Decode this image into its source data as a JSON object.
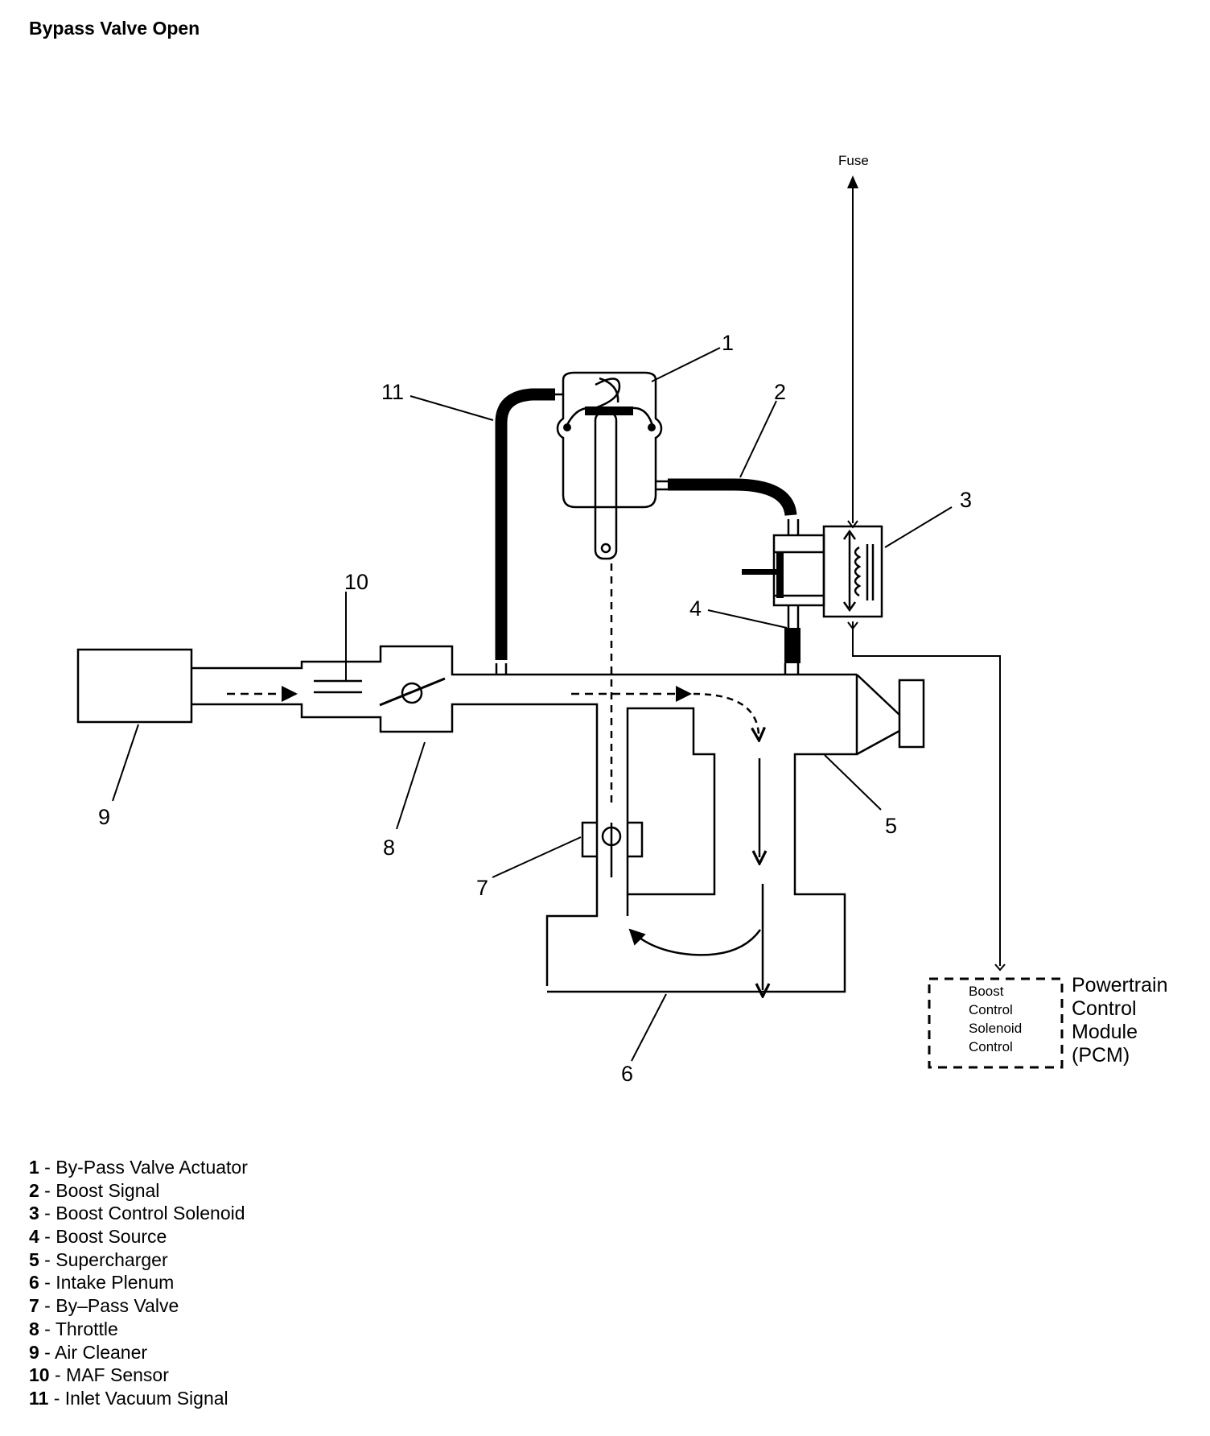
{
  "title": "Bypass Valve Open",
  "labels": {
    "fuse": "Fuse",
    "pcm_block": [
      "Boost",
      "Control",
      "Solenoid",
      "Control"
    ],
    "pcm_name": [
      "Powertrain",
      "Control",
      "Module",
      "(PCM)"
    ]
  },
  "callouts": [
    "1",
    "2",
    "3",
    "4",
    "5",
    "6",
    "7",
    "8",
    "9",
    "10",
    "11"
  ],
  "legend": [
    {
      "num": "1",
      "sep": " - ",
      "text": "By-Pass Valve Actuator"
    },
    {
      "num": "2",
      "sep": " - ",
      "text": "Boost Signal"
    },
    {
      "num": "3",
      "sep": " - ",
      "text": "Boost Control Solenoid"
    },
    {
      "num": "4",
      "sep": " - ",
      "text": "Boost Source"
    },
    {
      "num": "5",
      "sep": " - ",
      "text": "Supercharger"
    },
    {
      "num": "6",
      "sep": " - ",
      "text": "Intake Plenum"
    },
    {
      "num": "7",
      "sep": " - ",
      "text": "By–Pass Valve"
    },
    {
      "num": "8",
      "sep": " - ",
      "text": "Throttle"
    },
    {
      "num": "9",
      "sep": " - ",
      "text": "Air Cleaner"
    },
    {
      "num": "10",
      "sep": " - ",
      "text": "MAF Sensor"
    },
    {
      "num": "11",
      "sep": " - ",
      "text": "Inlet Vacuum Signal"
    }
  ]
}
